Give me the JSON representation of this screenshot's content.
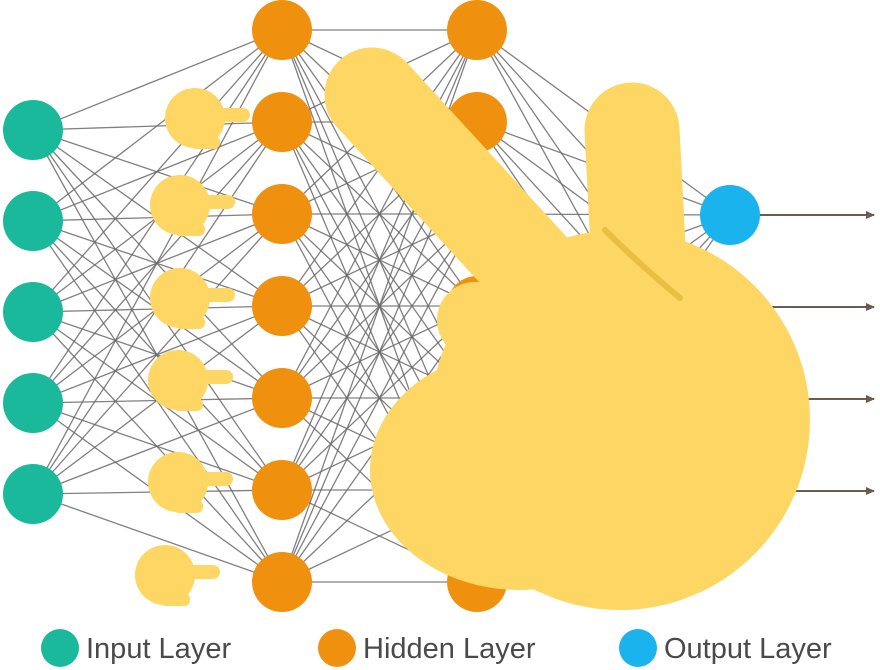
{
  "colors": {
    "input": "#1ab99b",
    "hidden": "#f0900f",
    "output": "#1bb3ee",
    "edge": "#6a6a6a",
    "arrow": "#6b5c4c",
    "hand": "#fdd663",
    "background": "#ffffff"
  },
  "layers": [
    {
      "type": "input",
      "count": 5
    },
    {
      "type": "hidden",
      "count": 7
    },
    {
      "type": "hidden",
      "count": 7
    },
    {
      "type": "output",
      "count": 4
    }
  ],
  "legend": {
    "input_label": "Input Layer",
    "hidden_label": "Hidden Layer",
    "output_label": "Output Layer"
  },
  "overlays": {
    "small_hands": {
      "icon": "pointing-hand-icon",
      "count": 6
    },
    "large_hand": {
      "icon": "victory-hand-icon"
    }
  }
}
